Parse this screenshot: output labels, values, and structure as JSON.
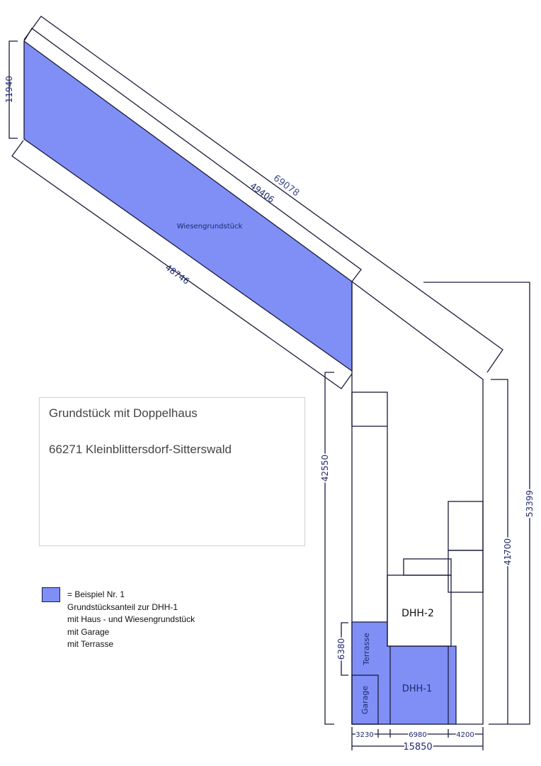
{
  "colors": {
    "plot_share": "#7f8ff6",
    "lines": "#1b1b3a",
    "dimension_text": "#1f2a6e"
  },
  "areas": {
    "meadow": "Wiesengrundstück",
    "terrace": "Terrasse",
    "garage": "Garage",
    "house_1": "DHH-1",
    "house_2": "DHH-2"
  },
  "dimensions": {
    "left_width": "11940",
    "outer_diagonal": "69078",
    "upper_diagonal": "49406",
    "lower_diagonal": "48746",
    "left_height": "42550",
    "right_total_height": "53399",
    "right_height": "41700",
    "terrace_height": "6380",
    "garage_width": "3230",
    "house_width": "6980",
    "right_width": "4200",
    "total_width": "15850"
  },
  "info": {
    "title": "Grundstück mit Doppelhaus",
    "address": "66271 Kleinblittersdorf-Sitterswald"
  },
  "legend": {
    "lines": [
      "= Beispiel  Nr. 1",
      "Grundstücksanteil zur DHH-1",
      "mit Haus - und Wiesengrundstück",
      "mit Garage",
      "mit Terrasse"
    ]
  }
}
